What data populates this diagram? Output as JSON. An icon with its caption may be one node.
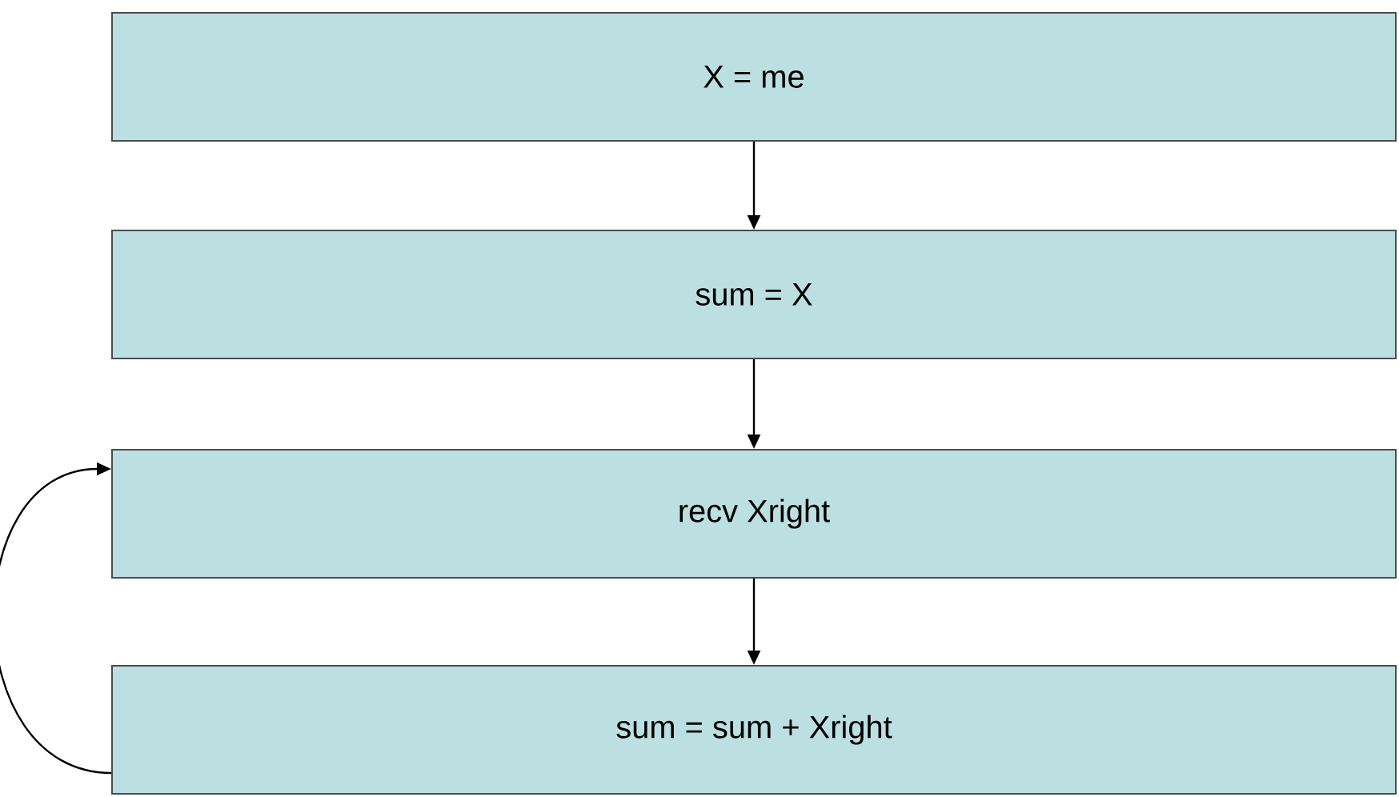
{
  "diagram": {
    "nodes": [
      {
        "text": [
          "X = me"
        ]
      },
      {
        "text": [
          "sum = X"
        ]
      },
      {
        "text": [
          "recv Xright"
        ]
      },
      {
        "text": [
          "sum = sum + Xright"
        ]
      }
    ],
    "edges": [
      {
        "from": 0,
        "to": 1,
        "arrow": "to"
      },
      {
        "from": 1,
        "to": 2,
        "arrow": "to"
      },
      {
        "from": 2,
        "to": 3,
        "arrow": "to"
      },
      {
        "from": 3,
        "to": 2,
        "arrow": "to"
      }
    ]
  }
}
